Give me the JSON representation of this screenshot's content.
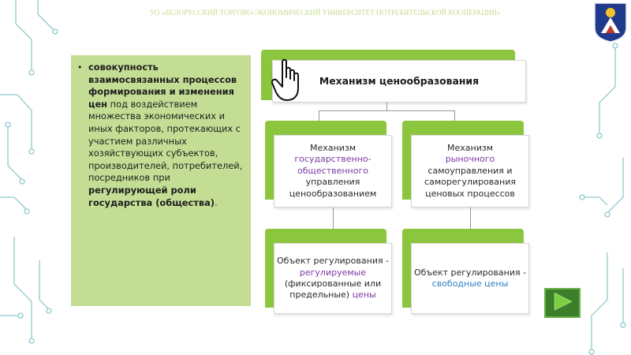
{
  "header": {
    "university": "УО «БЕЛОРУССКИЙ ТОРГОВО-ЭКОНОМИЧЕСКИЙ УНИВЕРСИТЕТ ПОТРЕБИТЕЛЬСКОЙ КООПЕРАЦИИ»"
  },
  "colors": {
    "accent_green": "#8cc63f",
    "textbox_bg": "#c3de94",
    "highlight_purple": "#7b3aa3",
    "highlight_blue": "#2f7fc4",
    "header_text": "#c4d98a",
    "logo_bg": "#1f3a8a"
  },
  "definition": {
    "bullet": "•",
    "bold_part": "совокупность взаимосвязанных процессов формирования и изменения цен",
    "normal_part": " под воздействием множества экономических и иных факторов, протекающих с участием различных хозяйствующих субъектов, производителей, потребителей, посредников при ",
    "bold_end": "регулирующей роли государства (общества)",
    "end_punct": "."
  },
  "diagram": {
    "root": {
      "label": "Механизм ценообразования"
    },
    "left_mechanism": {
      "line1": "Механизм",
      "highlight": "государственно-общественного",
      "rest": "управления ценообразованием"
    },
    "right_mechanism": {
      "line1": "Механизм",
      "highlight": "рыночного",
      "rest": "самоуправления и саморегулирования ценовых процессов"
    },
    "left_object": {
      "prefix": "Объект регулирования -",
      "highlight": "регулируемые",
      "middle": "(фиксированные или предельные)",
      "suffix": "цены"
    },
    "right_object": {
      "prefix": "Объект регулирования -",
      "highlight": "свободные цены"
    }
  },
  "icons": {
    "cursor": "hand-pointer-icon",
    "next": "play-next-icon",
    "logo": "university-emblem-icon"
  }
}
